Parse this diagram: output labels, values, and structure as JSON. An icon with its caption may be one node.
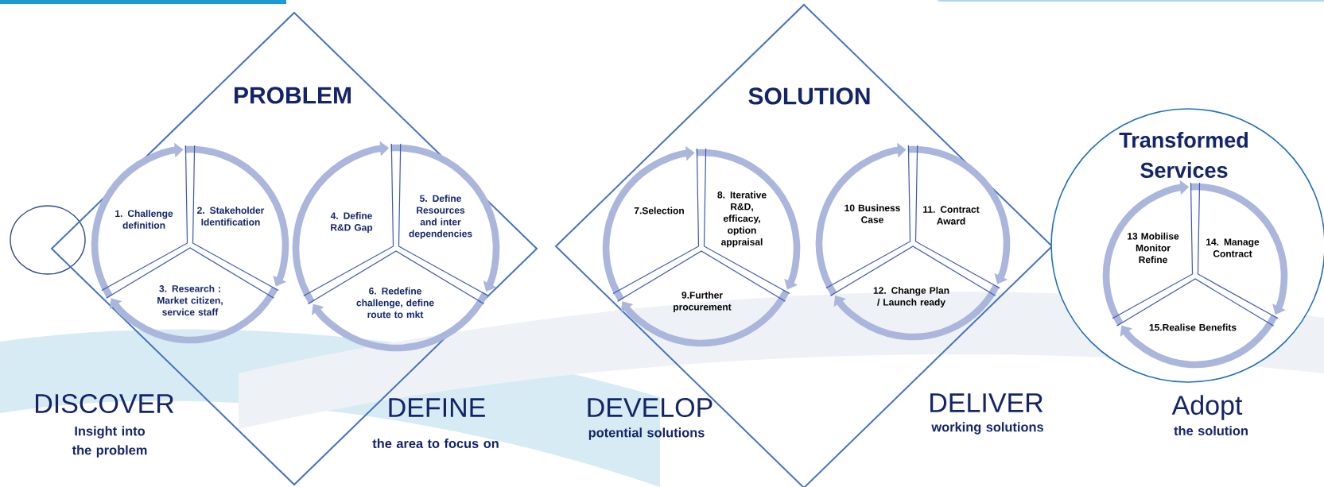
{
  "diagram": {
    "nodes": [
      {
        "text": [],
        "shape": "circle"
      },
      {
        "text": [
          "PROBLEM"
        ]
      },
      {
        "text": [
          "1. Challenge definition"
        ],
        "in": 1
      },
      {
        "text": [
          "2. Stakeholder Identification"
        ],
        "in": 1
      },
      {
        "text": [
          "3. Research : Market citizen, service staff"
        ],
        "in": 1
      },
      {
        "text": [
          "4. Define R&D Gap"
        ],
        "in": 1
      },
      {
        "text": [
          "5. Define Resources and inter dependencies"
        ],
        "in": 1
      },
      {
        "text": [
          "6. Redefine challenge, define route to mkt"
        ],
        "in": 1
      },
      {
        "text": [
          "SOLUTION"
        ]
      },
      {
        "text": [
          "7.Selection"
        ],
        "in": 8
      },
      {
        "text": [
          "8. Iterative R&D, efficacy, option appraisal"
        ],
        "in": 8
      },
      {
        "text": [
          "9.Further procurement"
        ],
        "in": 8
      },
      {
        "text": [
          "10 Business Case"
        ],
        "in": 8
      },
      {
        "text": [
          "11. Contract Award"
        ],
        "in": 8
      },
      {
        "text": [
          "12. Change Plan / Launch ready"
        ],
        "in": 8
      },
      {
        "text": [
          "Transformed Services"
        ]
      },
      {
        "text": [
          "13 Mobilise Monitor Refine"
        ],
        "in": 15
      },
      {
        "text": [
          "14. Manage Contract"
        ],
        "in": 15
      },
      {
        "text": [
          "15.Realise Benefits"
        ],
        "in": 15
      }
    ],
    "edges": [
      {
        "from": 2,
        "to": 3,
        "arrow": "to"
      },
      {
        "from": 3,
        "to": 4,
        "arrow": "to"
      },
      {
        "from": 4,
        "to": 2,
        "arrow": "to"
      },
      {
        "from": 5,
        "to": 6,
        "arrow": "to"
      },
      {
        "from": 6,
        "to": 7,
        "arrow": "to"
      },
      {
        "from": 7,
        "to": 5,
        "arrow": "to"
      },
      {
        "from": 9,
        "to": 10,
        "arrow": "to"
      },
      {
        "from": 10,
        "to": 11,
        "arrow": "to"
      },
      {
        "from": 11,
        "to": 9,
        "arrow": "to"
      },
      {
        "from": 12,
        "to": 13,
        "arrow": "to"
      },
      {
        "from": 13,
        "to": 14,
        "arrow": "to"
      },
      {
        "from": 14,
        "to": 12,
        "arrow": "to"
      },
      {
        "from": 16,
        "to": 17,
        "arrow": "to"
      },
      {
        "from": 17,
        "to": 18,
        "arrow": "to"
      },
      {
        "from": 18,
        "to": 16,
        "arrow": "to"
      }
    ],
    "labels": [
      "DISCOVER",
      "Insight into the problem",
      "DEFINE",
      "the area to focus on",
      "DEVELOP",
      "potential solutions",
      "DELIVER",
      "working solutions",
      "Adopt",
      "the solution"
    ]
  }
}
